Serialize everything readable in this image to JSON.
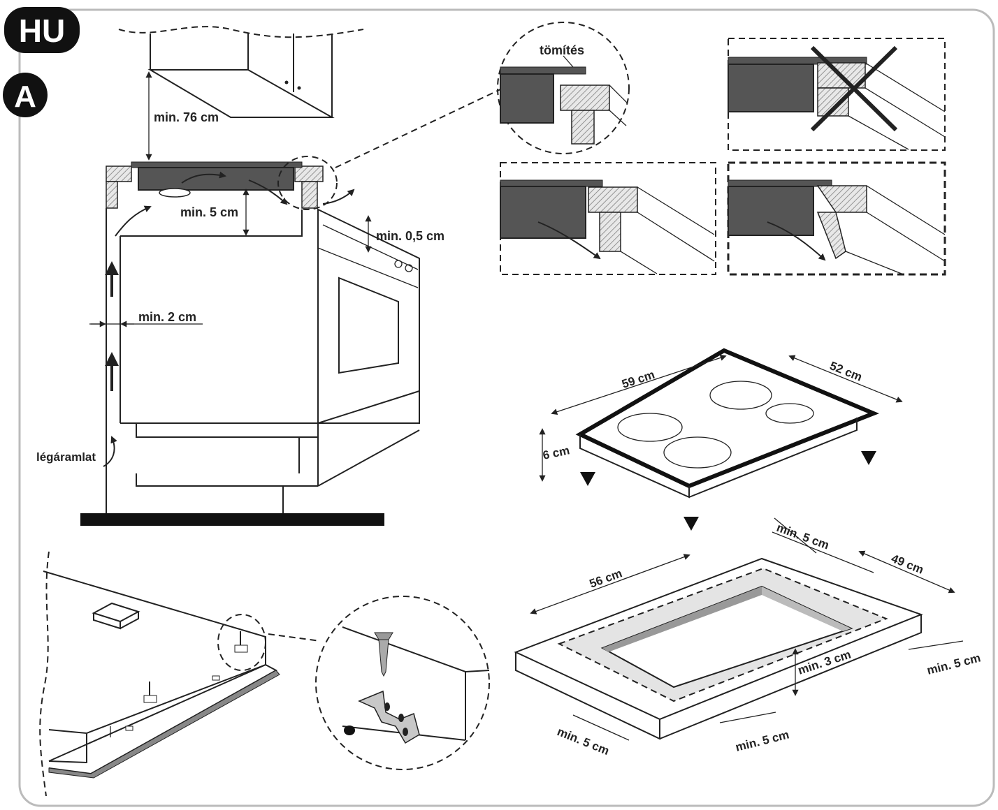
{
  "badges": {
    "language": "HU",
    "section": "A"
  },
  "labels": {
    "min76": "min. 76 cm",
    "min5": "min. 5 cm",
    "min05": "min. 0,5 cm",
    "min2": "min. 2 cm",
    "airflow": "légáramlat",
    "seal": "tömítés"
  },
  "hob_dims": {
    "width": "59 cm",
    "depth": "52 cm",
    "height": "6 cm"
  },
  "cutout_dims": {
    "width": "56 cm",
    "depth": "49 cm",
    "min5_top": "min. 5 cm",
    "min5_right": "min. 5 cm",
    "min5_bottom": "min. 5 cm",
    "min5_left": "min. 5 cm",
    "min3": "min. 3 cm"
  }
}
